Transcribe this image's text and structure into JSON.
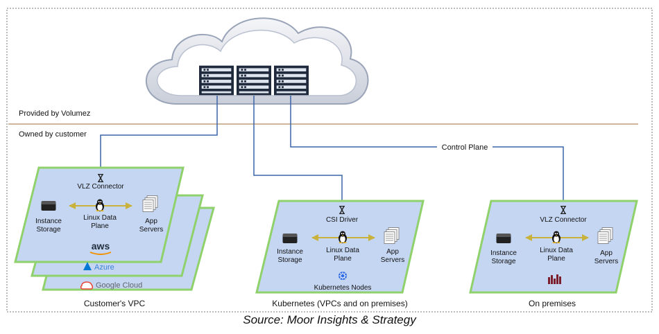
{
  "zones": {
    "provided": "Provided by Volumez",
    "owned": "Owned by customer"
  },
  "control_plane": "Control Plane",
  "panels": {
    "vpc": {
      "connector": "VLZ Connector",
      "storage": [
        "Instance",
        "Storage"
      ],
      "dataplane": [
        "Linux Data",
        "Plane"
      ],
      "servers": [
        "App",
        "Servers"
      ],
      "cloud1": "aws",
      "cloud2": "Azure",
      "cloud3": "Google Cloud",
      "caption": "Customer's VPC"
    },
    "k8s": {
      "connector": "CSI Driver",
      "storage": [
        "Instance",
        "Storage"
      ],
      "dataplane": [
        "Linux Data",
        "Plane"
      ],
      "servers": [
        "App",
        "Servers"
      ],
      "nodes": "Kubernetes Nodes",
      "caption": "Kubernetes (VPCs and on premises)"
    },
    "onprem": {
      "connector": "VLZ Connector",
      "storage": [
        "Instance",
        "Storage"
      ],
      "dataplane": [
        "Linux Data",
        "Plane"
      ],
      "servers": [
        "App",
        "Servers"
      ],
      "caption": "On premises"
    }
  },
  "source": "Source: Moor Insights & Strategy",
  "colors": {
    "panel_fill": "#c5d6f2",
    "panel_border": "#8fd16a",
    "link": "#3a63a8",
    "arrow": "#c9b23c",
    "divider": "#b08a60",
    "cloud_stroke": "#9aa4b8"
  }
}
